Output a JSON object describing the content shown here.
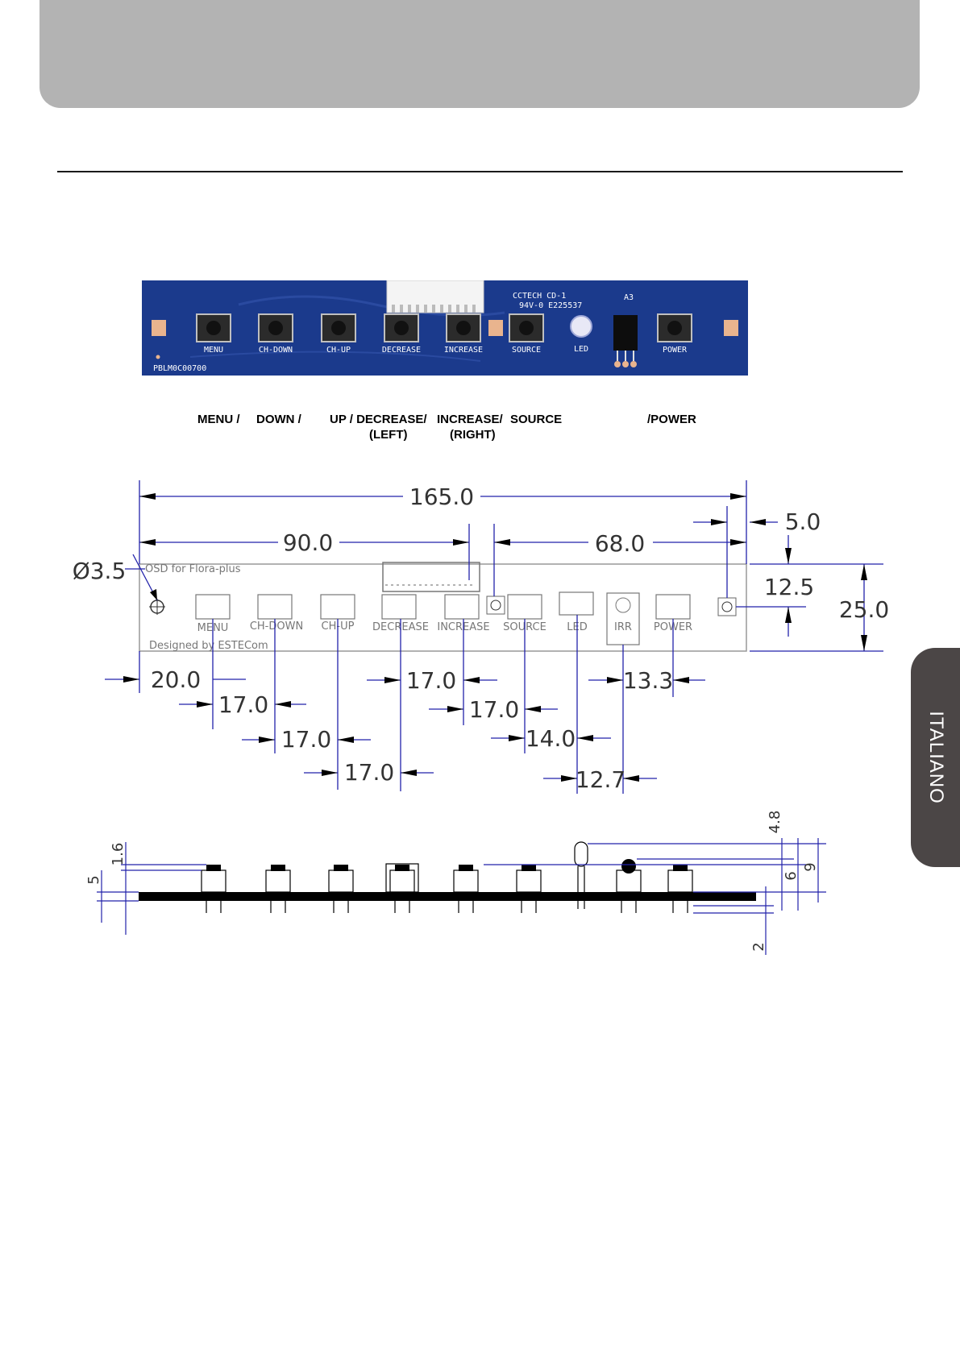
{
  "header": {
    "tab_label": "ITALIANO"
  },
  "pcb_photo": {
    "board_text_1": "CCTECH CD-1",
    "board_text_2": "94V-0 E225537",
    "board_text_3": "A3",
    "part_number": "PBLM0C00700",
    "silk_labels": [
      "MENU",
      "CH-DOWN",
      "CH-UP",
      "DECREASE",
      "INCREASE",
      "SOURCE",
      "LED",
      "POWER"
    ],
    "colors": {
      "board": "#1b3a8c",
      "button": "#2b2b2b",
      "pad": "#e9b48e"
    }
  },
  "button_labels": {
    "row1": [
      "MENU /",
      "DOWN /",
      "UP / DECREASE/",
      "INCREASE/",
      "SOURCE",
      "/POWER"
    ],
    "row2": [
      "(LEFT)",
      "(RIGHT)"
    ]
  },
  "dimension_drawing": {
    "board_title": "OSD for Flora-plus",
    "designer": "Designed by ESTECom",
    "silk_labels": [
      "MENU",
      "CH-DOWN",
      "CH-UP",
      "DECREASE",
      "INCREASE",
      "SOURCE",
      "LED",
      "IRR",
      "POWER"
    ],
    "dimensions": [
      "165.0",
      "90.0",
      "68.0",
      "5.0",
      "12.5",
      "25.0",
      "20.0",
      "17.0",
      "17.0",
      "17.0",
      "17.0",
      "17.0",
      "13.3",
      "14.0",
      "12.7"
    ],
    "hole_diameter": "Ø3.5"
  },
  "side_view": {
    "dimensions": [
      "1.6",
      "5",
      "4.8",
      "6",
      "9",
      "2"
    ]
  }
}
